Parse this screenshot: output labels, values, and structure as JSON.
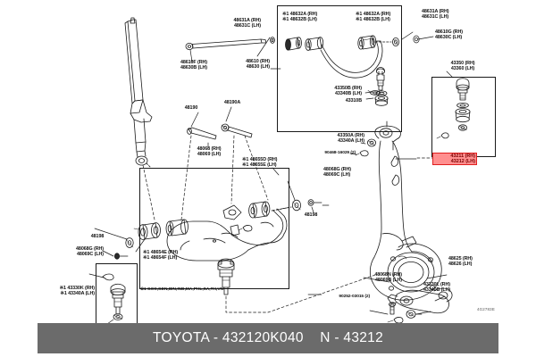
{
  "meta": {
    "diagram_code": "4G2783E",
    "footnote": "※1 GCC,GEN,IDN,IND,MA,PHL,SA,TH,VN"
  },
  "banner": {
    "text": "TOYOTA - 432120K040    N - 43212"
  },
  "labels": {
    "upper_arm_bushing_left": "※1 48632A (RH)\n※1 48632B (LH)",
    "upper_arm_bushing_right": "※1 48632A (RH)\n※1 48632B (LH)",
    "upper_arm_bolt": "48631A (RH)\n48631C (LH)",
    "upper_arm_bolt_right": "48631A (RH)\n48631C (LH)",
    "upper_arm_shaft": "48610F (RH)\n48630B (LH)",
    "upper_arm_assy": "48610 (RH)\n48630 (LH)",
    "upper_arm_nut": "48610G (RH)\n48630C (LH)",
    "upper_balljoint_dust_cover": "43350B (RH)\n43340B (LH)",
    "upper_balljoint_seal": "43310B",
    "upper_balljoint_kit": "43350 (RH)\n43360 (LH)",
    "lower_arm_bolt_48190": "48190",
    "lower_arm_bolt_48190a": "48190A",
    "lower_arm_assy": "48068 (RH)\n48069 (LH)",
    "lower_arm_bushing_front": "※1 48654E (RH)\n※1 48654F (LH)",
    "lower_arm_bushing_rear": "※1 48655D (RH)\n※1 48655E (LH)",
    "lower_arm_washer_48198": "48198",
    "lower_arm_nut_left": "48068G (RH)\n48069C (LH)",
    "lower_arm_nut_right": "48068G (RH)\n48069C (LH)",
    "lower_arm_cap_48198b": "48198",
    "lower_balljoint_kit": "※1 43330K (RH)\n※1 43340A (LH)",
    "knuckle_dust_cover": "43350A (RH)\n43340A (LH)",
    "knuckle_bolt": "90468-16029 (2)",
    "knuckle_part": "43211 (RH)\n43212 (LH)",
    "steering_arm": "48625 (RH)\n48626 (LH)",
    "steering_arm_bolt": "48068N (RH)\n48069B (LH)",
    "steering_arm_nut": "90252-03015 (2)",
    "lower_balljoint_seal": "43330L (RH)\n43340B (LH)"
  }
}
